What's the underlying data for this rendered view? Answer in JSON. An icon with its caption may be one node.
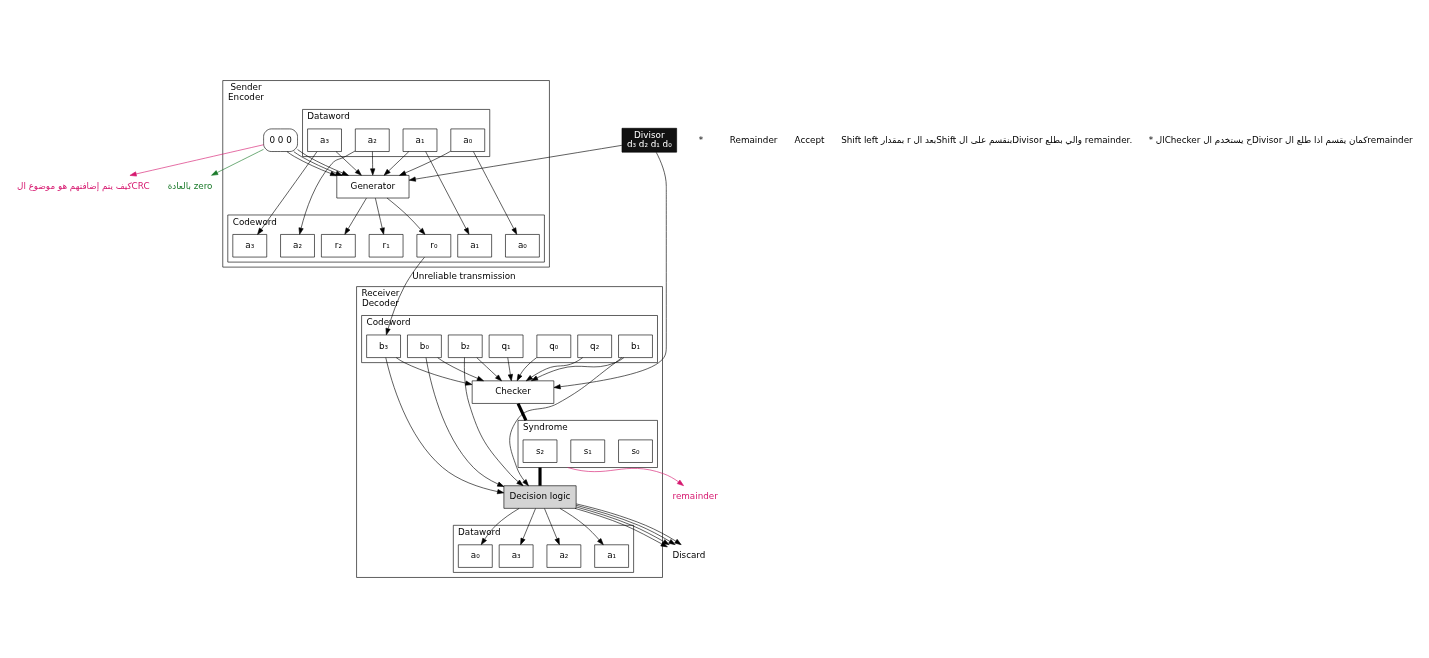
{
  "diagram": {
    "nodes": [
      {
        "text": [
          "Sender",
          "Encoder"
        ]
      },
      {
        "text": [
          "Dataword"
        ],
        "in": 0
      },
      {
        "text": [
          "a₃"
        ],
        "in": 1
      },
      {
        "text": [
          "a₂"
        ],
        "in": 1
      },
      {
        "text": [
          "a₁"
        ],
        "in": 1
      },
      {
        "text": [
          "a₀"
        ],
        "in": 1
      },
      {
        "text": [
          "0 0 0"
        ],
        "in": 0
      },
      {
        "text": [
          "Generator"
        ],
        "in": 0
      },
      {
        "text": [
          "Codeword"
        ],
        "in": 0
      },
      {
        "text": [
          "a₃"
        ],
        "in": 8
      },
      {
        "text": [
          "a₂"
        ],
        "in": 8
      },
      {
        "text": [
          "a₁"
        ],
        "in": 8
      },
      {
        "text": [
          "a₀"
        ],
        "in": 8
      },
      {
        "text": [
          "r₂"
        ],
        "in": 8
      },
      {
        "text": [
          "r₁"
        ],
        "in": 8
      },
      {
        "text": [
          "r₀"
        ],
        "in": 8
      },
      {
        "text": [
          "Divisor",
          "d₃ d₂ d₁ d₀"
        ]
      },
      {
        "text": [
          "Receiver",
          "Decoder"
        ]
      },
      {
        "text": [
          "Dataword"
        ],
        "in": 17
      },
      {
        "text": [
          "a₃"
        ],
        "in": 18
      },
      {
        "text": [
          "a₂"
        ],
        "in": 18
      },
      {
        "text": [
          "a₁"
        ],
        "in": 18
      },
      {
        "text": [
          "a₀"
        ],
        "in": 18
      },
      {
        "text": [
          "Decision logic"
        ],
        "in": 17
      },
      {
        "text": [
          "Syndrome"
        ],
        "in": 17
      },
      {
        "text": [
          "s₂"
        ],
        "in": 24
      },
      {
        "text": [
          "s₁"
        ],
        "in": 24
      },
      {
        "text": [
          "s₀"
        ],
        "in": 24
      },
      {
        "text": [
          "Checker"
        ],
        "in": 17
      },
      {
        "text": [
          "Codeword"
        ],
        "in": 17
      },
      {
        "text": [
          "b₃"
        ],
        "in": 29
      },
      {
        "text": [
          "b₂"
        ],
        "in": 29
      },
      {
        "text": [
          "b₁"
        ],
        "in": 29
      },
      {
        "text": [
          "b₀"
        ],
        "in": 29
      },
      {
        "text": [
          "q₂"
        ],
        "in": 29
      },
      {
        "text": [
          "q₁"
        ],
        "in": 29
      },
      {
        "text": [
          "q₀"
        ],
        "in": 29
      },
      {
        "text": [
          "كيف يتم إضافتهم هو موضوع الCRC"
        ]
      },
      {
        "text": [
          "بالعادة zero"
        ]
      },
      {
        "text": [
          "remainder"
        ]
      },
      {
        "text": [
          "Discard"
        ]
      }
    ],
    "edges": [
      {
        "from": 2,
        "to": 9,
        "arrow": "to"
      },
      {
        "from": 3,
        "to": 10,
        "arrow": "to"
      },
      {
        "from": 4,
        "to": 11,
        "arrow": "to"
      },
      {
        "from": 5,
        "to": 12,
        "arrow": "to"
      },
      {
        "from": 2,
        "to": 7,
        "arrow": "to"
      },
      {
        "from": 3,
        "to": 7,
        "arrow": "to"
      },
      {
        "from": 4,
        "to": 7,
        "arrow": "to"
      },
      {
        "from": 5,
        "to": 7,
        "arrow": "to"
      },
      {
        "from": 6,
        "to": 7,
        "arrow": "to"
      },
      {
        "from": 6,
        "to": 7,
        "arrow": "to"
      },
      {
        "from": 6,
        "to": 7,
        "arrow": "to"
      },
      {
        "from": 7,
        "to": 13,
        "arrow": "to"
      },
      {
        "from": 7,
        "to": 14,
        "arrow": "to"
      },
      {
        "from": 7,
        "to": 15,
        "arrow": "to"
      },
      {
        "from": 16,
        "to": 7,
        "arrow": "to"
      },
      {
        "from": 16,
        "to": 28,
        "arrow": "to"
      },
      {
        "from": 15,
        "to": 30,
        "arrow": "to",
        "label": "Unreliable transmission"
      },
      {
        "from": 30,
        "to": 28,
        "arrow": "to"
      },
      {
        "from": 31,
        "to": 28,
        "arrow": "to"
      },
      {
        "from": 32,
        "to": 28,
        "arrow": "to"
      },
      {
        "from": 33,
        "to": 28,
        "arrow": "to"
      },
      {
        "from": 34,
        "to": 28,
        "arrow": "to"
      },
      {
        "from": 35,
        "to": 28,
        "arrow": "to"
      },
      {
        "from": 36,
        "to": 28,
        "arrow": "to"
      },
      {
        "from": 30,
        "to": 23,
        "arrow": "to"
      },
      {
        "from": 31,
        "to": 23,
        "arrow": "to"
      },
      {
        "from": 32,
        "to": 23,
        "arrow": "to"
      },
      {
        "from": 33,
        "to": 23,
        "arrow": "to"
      },
      {
        "from": 28,
        "to": 24,
        "arrow": "none",
        "style": "thick"
      },
      {
        "from": 24,
        "to": 23,
        "arrow": "none",
        "style": "thick"
      },
      {
        "from": 23,
        "to": 19,
        "arrow": "to"
      },
      {
        "from": 23,
        "to": 20,
        "arrow": "to"
      },
      {
        "from": 23,
        "to": 21,
        "arrow": "to"
      },
      {
        "from": 23,
        "to": 22,
        "arrow": "to"
      },
      {
        "from": 23,
        "to": 40,
        "arrow": "to"
      },
      {
        "from": 23,
        "to": 40,
        "arrow": "to"
      },
      {
        "from": 23,
        "to": 40,
        "arrow": "to"
      },
      {
        "from": 23,
        "to": 40,
        "arrow": "to"
      },
      {
        "from": 6,
        "to": 37,
        "arrow": "to",
        "color": "#d6186f"
      },
      {
        "from": 6,
        "to": 38,
        "arrow": "to",
        "color": "#1a7a2a"
      },
      {
        "from": 24,
        "to": 39,
        "arrow": "to",
        "color": "#d6186f"
      }
    ],
    "labels": [
      "*",
      "Remainder",
      "Accept",
      "Shift left بمقدار r بعد الShift بنقسم على الDivisor والي بطلع remainder.",
      "* الChecker ح يستخدم الDivisor كمان يقسم اذا طلع الremainder"
    ]
  }
}
